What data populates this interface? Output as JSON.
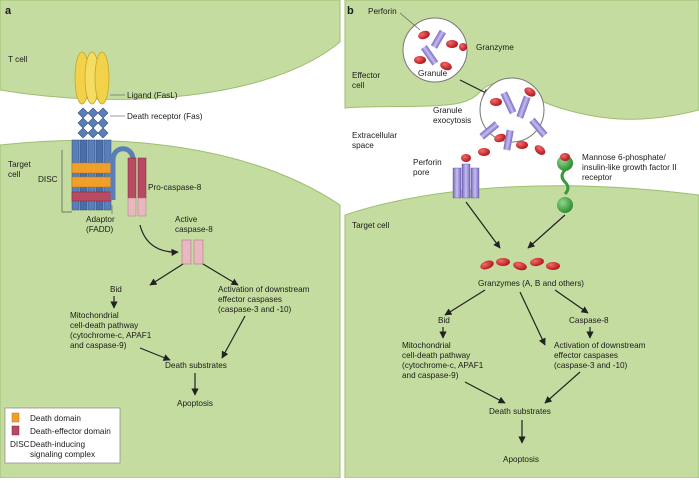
{
  "panel_a": {
    "letter": "a",
    "t_cell": "T cell",
    "target_cell": [
      "Target",
      "cell"
    ],
    "ligand": "Ligand (FasL)",
    "death_receptor": "Death receptor (Fas)",
    "disc": "DISC",
    "pro_caspase": "Pro-caspase-8",
    "adaptor": [
      "Adaptor",
      "(FADD)"
    ],
    "active_caspase": [
      "Active",
      "caspase-8"
    ],
    "bid": "Bid",
    "mito": [
      "Mitochondrial",
      "cell-death pathway",
      "(cytochrome-c, APAF1",
      "and caspase-9)"
    ],
    "activation": [
      "Activation of downstream",
      "effector caspases",
      "(caspase-3 and -10)"
    ],
    "death_substrates": "Death substrates",
    "apoptosis": "Apoptosis"
  },
  "legend": {
    "death_domain": "Death domain",
    "death_effector": "Death-effector domain",
    "disc_abbr": "DISC",
    "disc_full": [
      "Death-inducing",
      "signaling complex"
    ]
  },
  "panel_b": {
    "letter": "b",
    "perforin": "Perforin",
    "granzyme": "Granzyme",
    "granule": "Granule",
    "effector_cell": [
      "Effector",
      "cell"
    ],
    "granule_exocytosis": [
      "Granule",
      "exocytosis"
    ],
    "extracellular": [
      "Extracellular",
      "space"
    ],
    "perforin_pore": [
      "Perforin",
      "pore"
    ],
    "m6p": [
      "Mannose 6-phosphate/",
      "insulin-like growth factor II",
      "receptor"
    ],
    "target_cell": "Target cell",
    "granzymes": "Granzymes (A, B and others)",
    "bid": "Bid",
    "caspase8": "Caspase-8",
    "mito": [
      "Mitochondrial",
      "cell-death pathway",
      "(cytochrome-c, APAF1",
      "and caspase-9)"
    ],
    "activation": [
      "Activation of downstream",
      "effector caspases",
      "(caspase-3 and -10)"
    ],
    "death_substrates": "Death substrates",
    "apoptosis": "Apoptosis"
  },
  "colors": {
    "cell_green": "#c5dca0",
    "cell_stroke": "#9cbf70",
    "ligand_yellow": "#f2d24a",
    "receptor_blue": "#5a7fb8",
    "death_domain_orange": "#f0a02a",
    "effector_red": "#b84a63",
    "granzyme_red": "#c81e24",
    "perforin_purple": "#9b8fd0",
    "receptor_green": "#3a9a3a"
  }
}
